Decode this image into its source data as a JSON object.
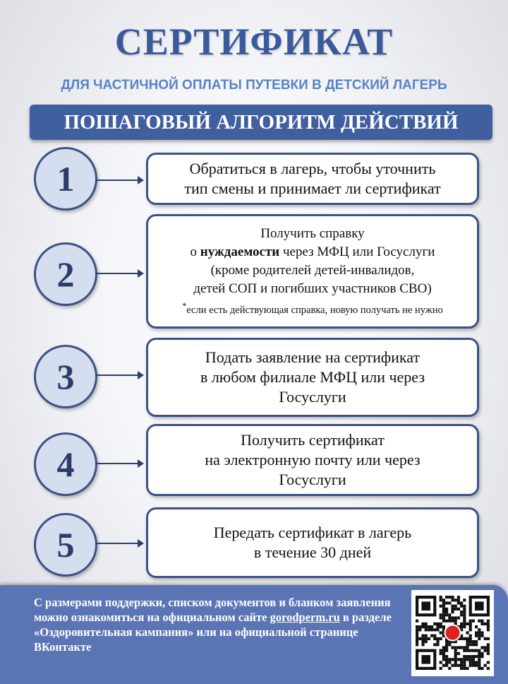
{
  "header": {
    "title": "СЕРТИФИКАТ",
    "subtitle": "ДЛЯ ЧАСТИЧНОЙ ОПЛАТЫ ПУТЕВКИ В ДЕТСКИЙ ЛАГЕРЬ",
    "banner": "ПОШАГОВЫЙ АЛГОРИТМ ДЕЙСТВИЙ"
  },
  "steps": [
    {
      "number": "1",
      "lines": [
        "Обратиться в лагерь, чтобы уточнить",
        "тип смены и принимает ли сертификат"
      ]
    },
    {
      "number": "2",
      "line1": "Получить справку",
      "line2_pre": "о ",
      "line2_bold": "нуждаемости",
      "line2_post": " через МФЦ или Госуслуги",
      "line3": "(кроме родителей детей-инвалидов,",
      "line4": "детей СОП и погибших участников СВО)",
      "note_mark": "*",
      "note": "если есть действующая справка, новую получать не нужно"
    },
    {
      "number": "3",
      "lines": [
        "Подать заявление на сертификат",
        "в любом филиале МФЦ или через",
        "Госуслуги"
      ]
    },
    {
      "number": "4",
      "lines": [
        "Получить сертификат",
        "на электронную почту или через",
        "Госуслуги"
      ]
    },
    {
      "number": "5",
      "lines": [
        "Передать сертификат в лагерь",
        "в течение 30 дней"
      ]
    }
  ],
  "footer": {
    "text_pre": "С размерами поддержки, списком документов и бланком заявления можно ознакомиться на официальном сайте ",
    "link": "gorodperm.ru",
    "text_post": " в разделе «Оздоровительная кампания»  или на официальной странице ВКонтакте"
  },
  "colors": {
    "title": "#3b5a9a",
    "banner": "#3f5f9f",
    "footer": "#5b74b4",
    "circle": "#d4deef"
  }
}
